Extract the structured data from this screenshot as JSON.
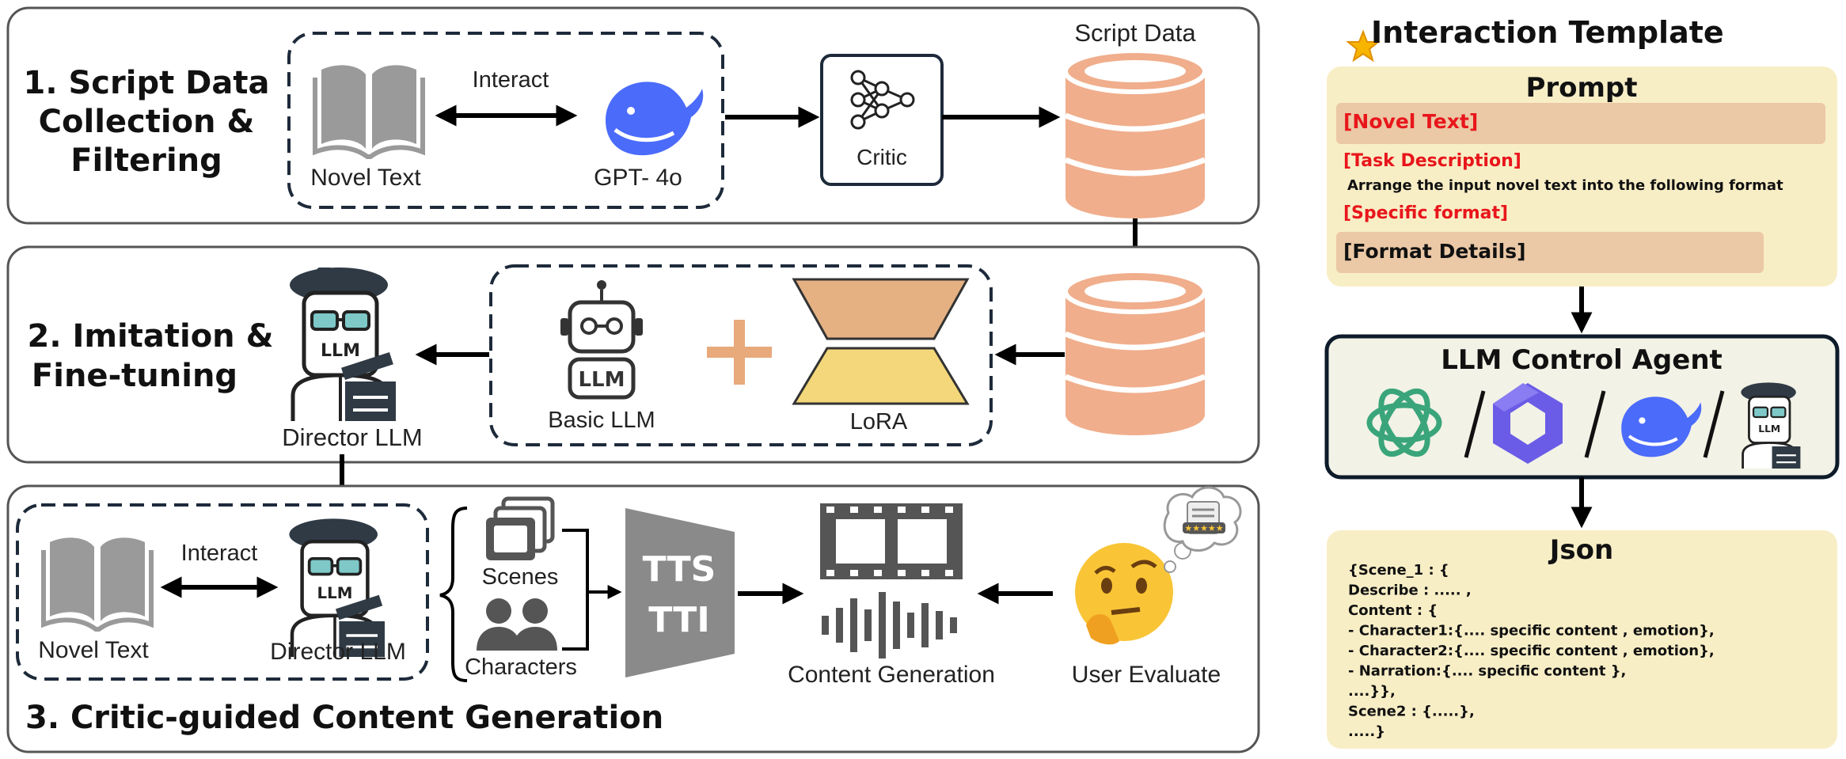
{
  "stage1": {
    "title_line1": "1. Script Data",
    "title_line2": "Collection &",
    "title_line3": "Filtering",
    "novel_text": "Novel Text",
    "interact": "Interact",
    "gpt": "GPT- 4o",
    "critic": "Critic",
    "script_data": "Script Data"
  },
  "stage2": {
    "title_line1": "2. Imitation &",
    "title_line2": "Fine-tuning",
    "director": "Director LLM",
    "basic_llm": "Basic LLM",
    "lora": "LoRA",
    "llm_badge": "LLM"
  },
  "stage3": {
    "title": "3. Critic-guided Content Generation",
    "novel_text": "Novel Text",
    "interact": "Interact",
    "director": "Director LLM",
    "scenes": "Scenes",
    "characters": "Characters",
    "tts": "TTS",
    "tti": "TTI",
    "content_generation": "Content Generation",
    "user_evaluate": "User Evaluate",
    "llm_badge": "LLM"
  },
  "template": {
    "title": "Interaction Template",
    "prompt_title": "Prompt",
    "novel_text_tag": "[Novel Text]",
    "task_desc_tag": "[Task Description]",
    "task_desc": "Arrange the input novel text into the following format",
    "specific_format_tag": "[Specific format]",
    "format_details": "[Format Details]",
    "agent_title": "LLM Control Agent",
    "json_title": "Json",
    "json_lines": [
      "{Scene_1 : {",
      "Describe : ..... ,",
      "Content : {",
      "- Character1:{.... specific content , emotion},",
      "- Character2:{.... specific content , emotion},",
      "- Narration:{.... specific content },",
      "....}},",
      "Scene2 : {.....},",
      ".....}"
    ]
  },
  "colors": {
    "accent_red": "#e8161b",
    "prompt_bg": "#f8eec6",
    "tag_bg": "#ebc8a6",
    "db_orange": "#f0ae8c",
    "blue": "#4b6bfb"
  }
}
